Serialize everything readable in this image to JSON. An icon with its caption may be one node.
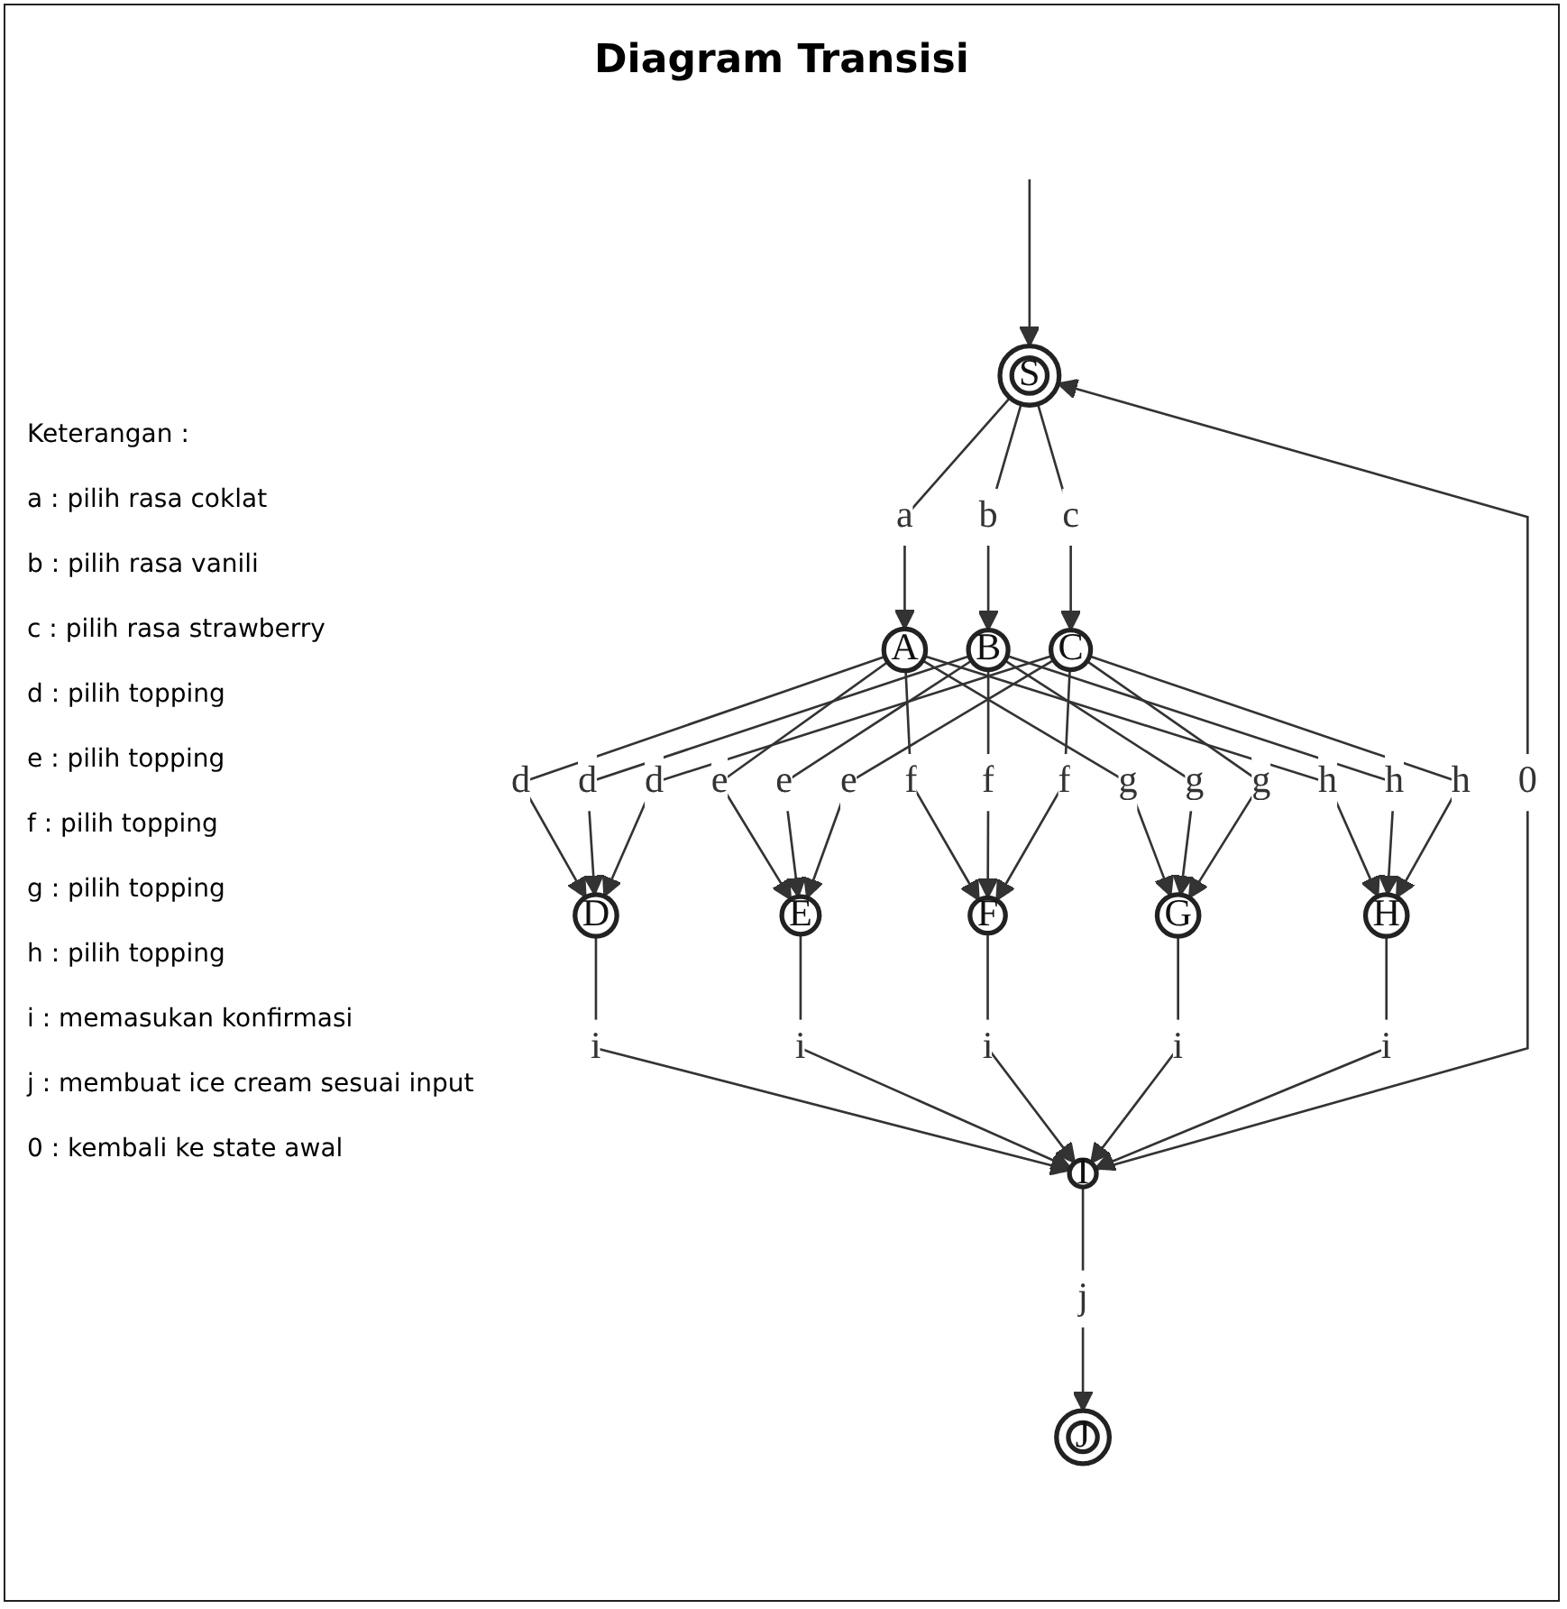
{
  "diagram": {
    "title": "Diagram Transisi",
    "nodes": [
      {
        "text": [
          "S"
        ]
      },
      {
        "text": [
          "A"
        ]
      },
      {
        "text": [
          "B"
        ]
      },
      {
        "text": [
          "C"
        ]
      },
      {
        "text": [
          "D"
        ]
      },
      {
        "text": [
          "E"
        ]
      },
      {
        "text": [
          "F"
        ]
      },
      {
        "text": [
          "G"
        ]
      },
      {
        "text": [
          "H"
        ]
      },
      {
        "text": [
          "I"
        ]
      },
      {
        "text": [
          "J"
        ]
      }
    ],
    "edges": [
      {
        "from": null,
        "to": 0,
        "arrow": "to"
      },
      {
        "from": 0,
        "to": 1,
        "label": "a",
        "arrow": "to"
      },
      {
        "from": 0,
        "to": 2,
        "label": "b",
        "arrow": "to"
      },
      {
        "from": 0,
        "to": 3,
        "label": "c",
        "arrow": "to"
      },
      {
        "from": 1,
        "to": 4,
        "label": "d",
        "arrow": "to"
      },
      {
        "from": 1,
        "to": 5,
        "label": "e",
        "arrow": "to"
      },
      {
        "from": 1,
        "to": 6,
        "label": "f",
        "arrow": "to"
      },
      {
        "from": 1,
        "to": 7,
        "label": "g",
        "arrow": "to"
      },
      {
        "from": 1,
        "to": 8,
        "label": "h",
        "arrow": "to"
      },
      {
        "from": 2,
        "to": 4,
        "label": "d",
        "arrow": "to"
      },
      {
        "from": 2,
        "to": 5,
        "label": "e",
        "arrow": "to"
      },
      {
        "from": 2,
        "to": 6,
        "label": "f",
        "arrow": "to"
      },
      {
        "from": 2,
        "to": 7,
        "label": "g",
        "arrow": "to"
      },
      {
        "from": 2,
        "to": 8,
        "label": "h",
        "arrow": "to"
      },
      {
        "from": 3,
        "to": 4,
        "label": "d",
        "arrow": "to"
      },
      {
        "from": 3,
        "to": 5,
        "label": "e",
        "arrow": "to"
      },
      {
        "from": 3,
        "to": 6,
        "label": "f",
        "arrow": "to"
      },
      {
        "from": 3,
        "to": 7,
        "label": "g",
        "arrow": "to"
      },
      {
        "from": 3,
        "to": 8,
        "label": "h",
        "arrow": "to"
      },
      {
        "from": 4,
        "to": 9,
        "label": "i",
        "arrow": "to"
      },
      {
        "from": 5,
        "to": 9,
        "label": "i",
        "arrow": "to"
      },
      {
        "from": 6,
        "to": 9,
        "label": "i",
        "arrow": "to"
      },
      {
        "from": 7,
        "to": 9,
        "label": "i",
        "arrow": "to"
      },
      {
        "from": 8,
        "to": 9,
        "label": "i",
        "arrow": "to"
      },
      {
        "from": 9,
        "to": 0,
        "label": "0",
        "arrow": "to"
      },
      {
        "from": 9,
        "to": 10,
        "label": "j",
        "arrow": "to"
      }
    ],
    "labels": [
      "Keterangan :",
      "a : pilih rasa coklat",
      "b : pilih rasa vanili",
      "c : pilih rasa strawberry",
      "d : pilih topping",
      "e : pilih topping",
      "f : pilih topping",
      "g : pilih topping",
      "h : pilih topping",
      "i : memasukan konfirmasi",
      "j : membuat ice cream sesuai input",
      "0 : kembali ke state awal"
    ]
  }
}
